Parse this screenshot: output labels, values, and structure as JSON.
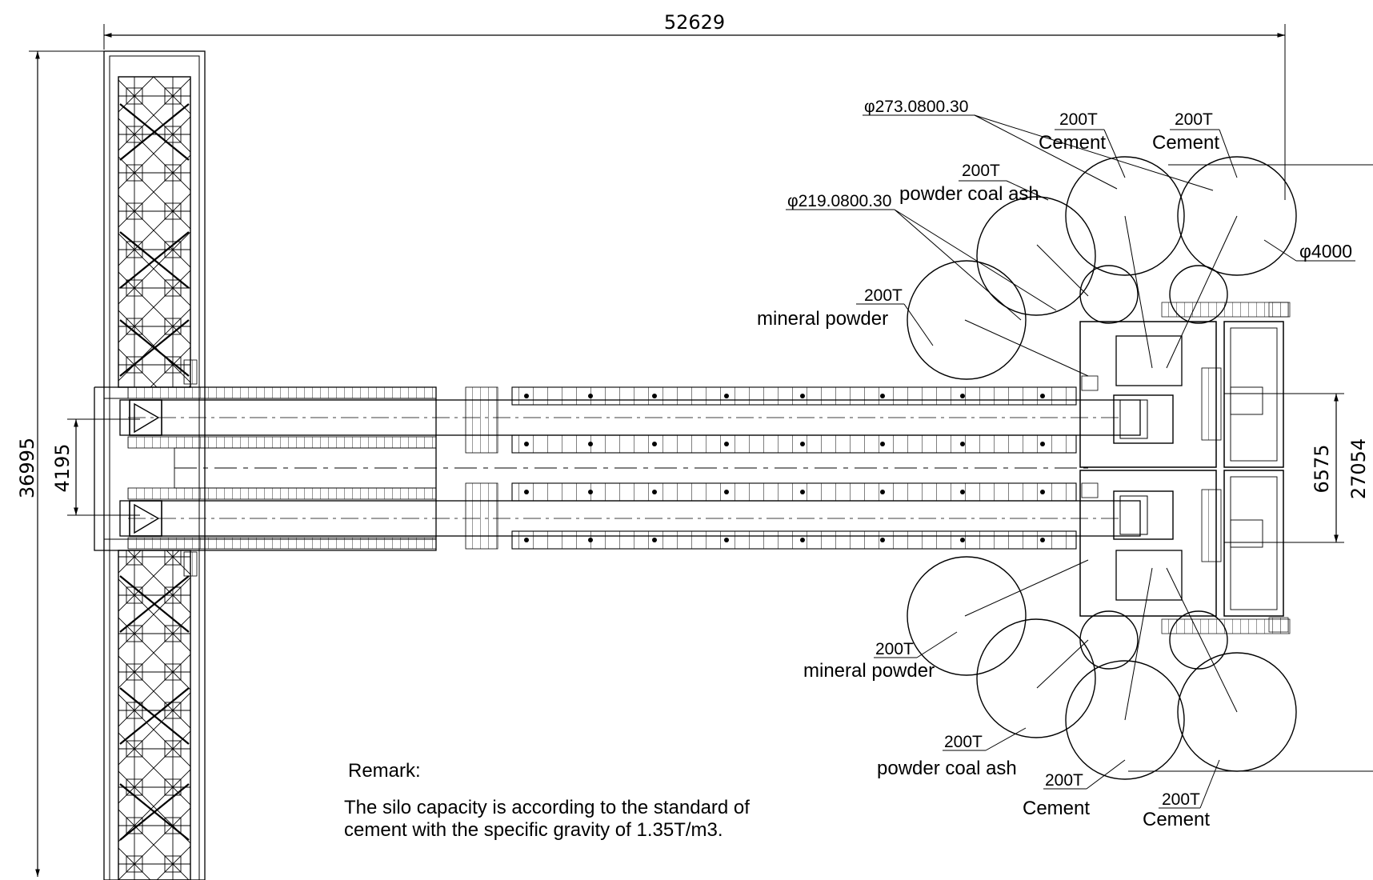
{
  "dimensions": {
    "overall_width": "52629",
    "overall_height": "36995",
    "lane_gap": "4195",
    "center_span": "6575",
    "right_height": "27054"
  },
  "callouts": {
    "pipe_large": "φ273.0800.30",
    "pipe_small": "φ219.0800.30",
    "silo_diameter": "φ4000"
  },
  "silos": [
    {
      "tonnage": "200T",
      "material": "Cement"
    },
    {
      "tonnage": "200T",
      "material": "Cement"
    },
    {
      "tonnage": "200T",
      "material": "powder coal ash"
    },
    {
      "tonnage": "200T",
      "material": "mineral powder"
    },
    {
      "tonnage": "200T",
      "material": "mineral powder"
    },
    {
      "tonnage": "200T",
      "material": "powder coal ash"
    },
    {
      "tonnage": "200T",
      "material": "Cement"
    },
    {
      "tonnage": "200T",
      "material": "Cement"
    }
  ],
  "remark": {
    "title": "Remark:",
    "line1": "The silo capacity is according to the standard of",
    "line2": "cement with the specific gravity of 1.35T/m3."
  }
}
